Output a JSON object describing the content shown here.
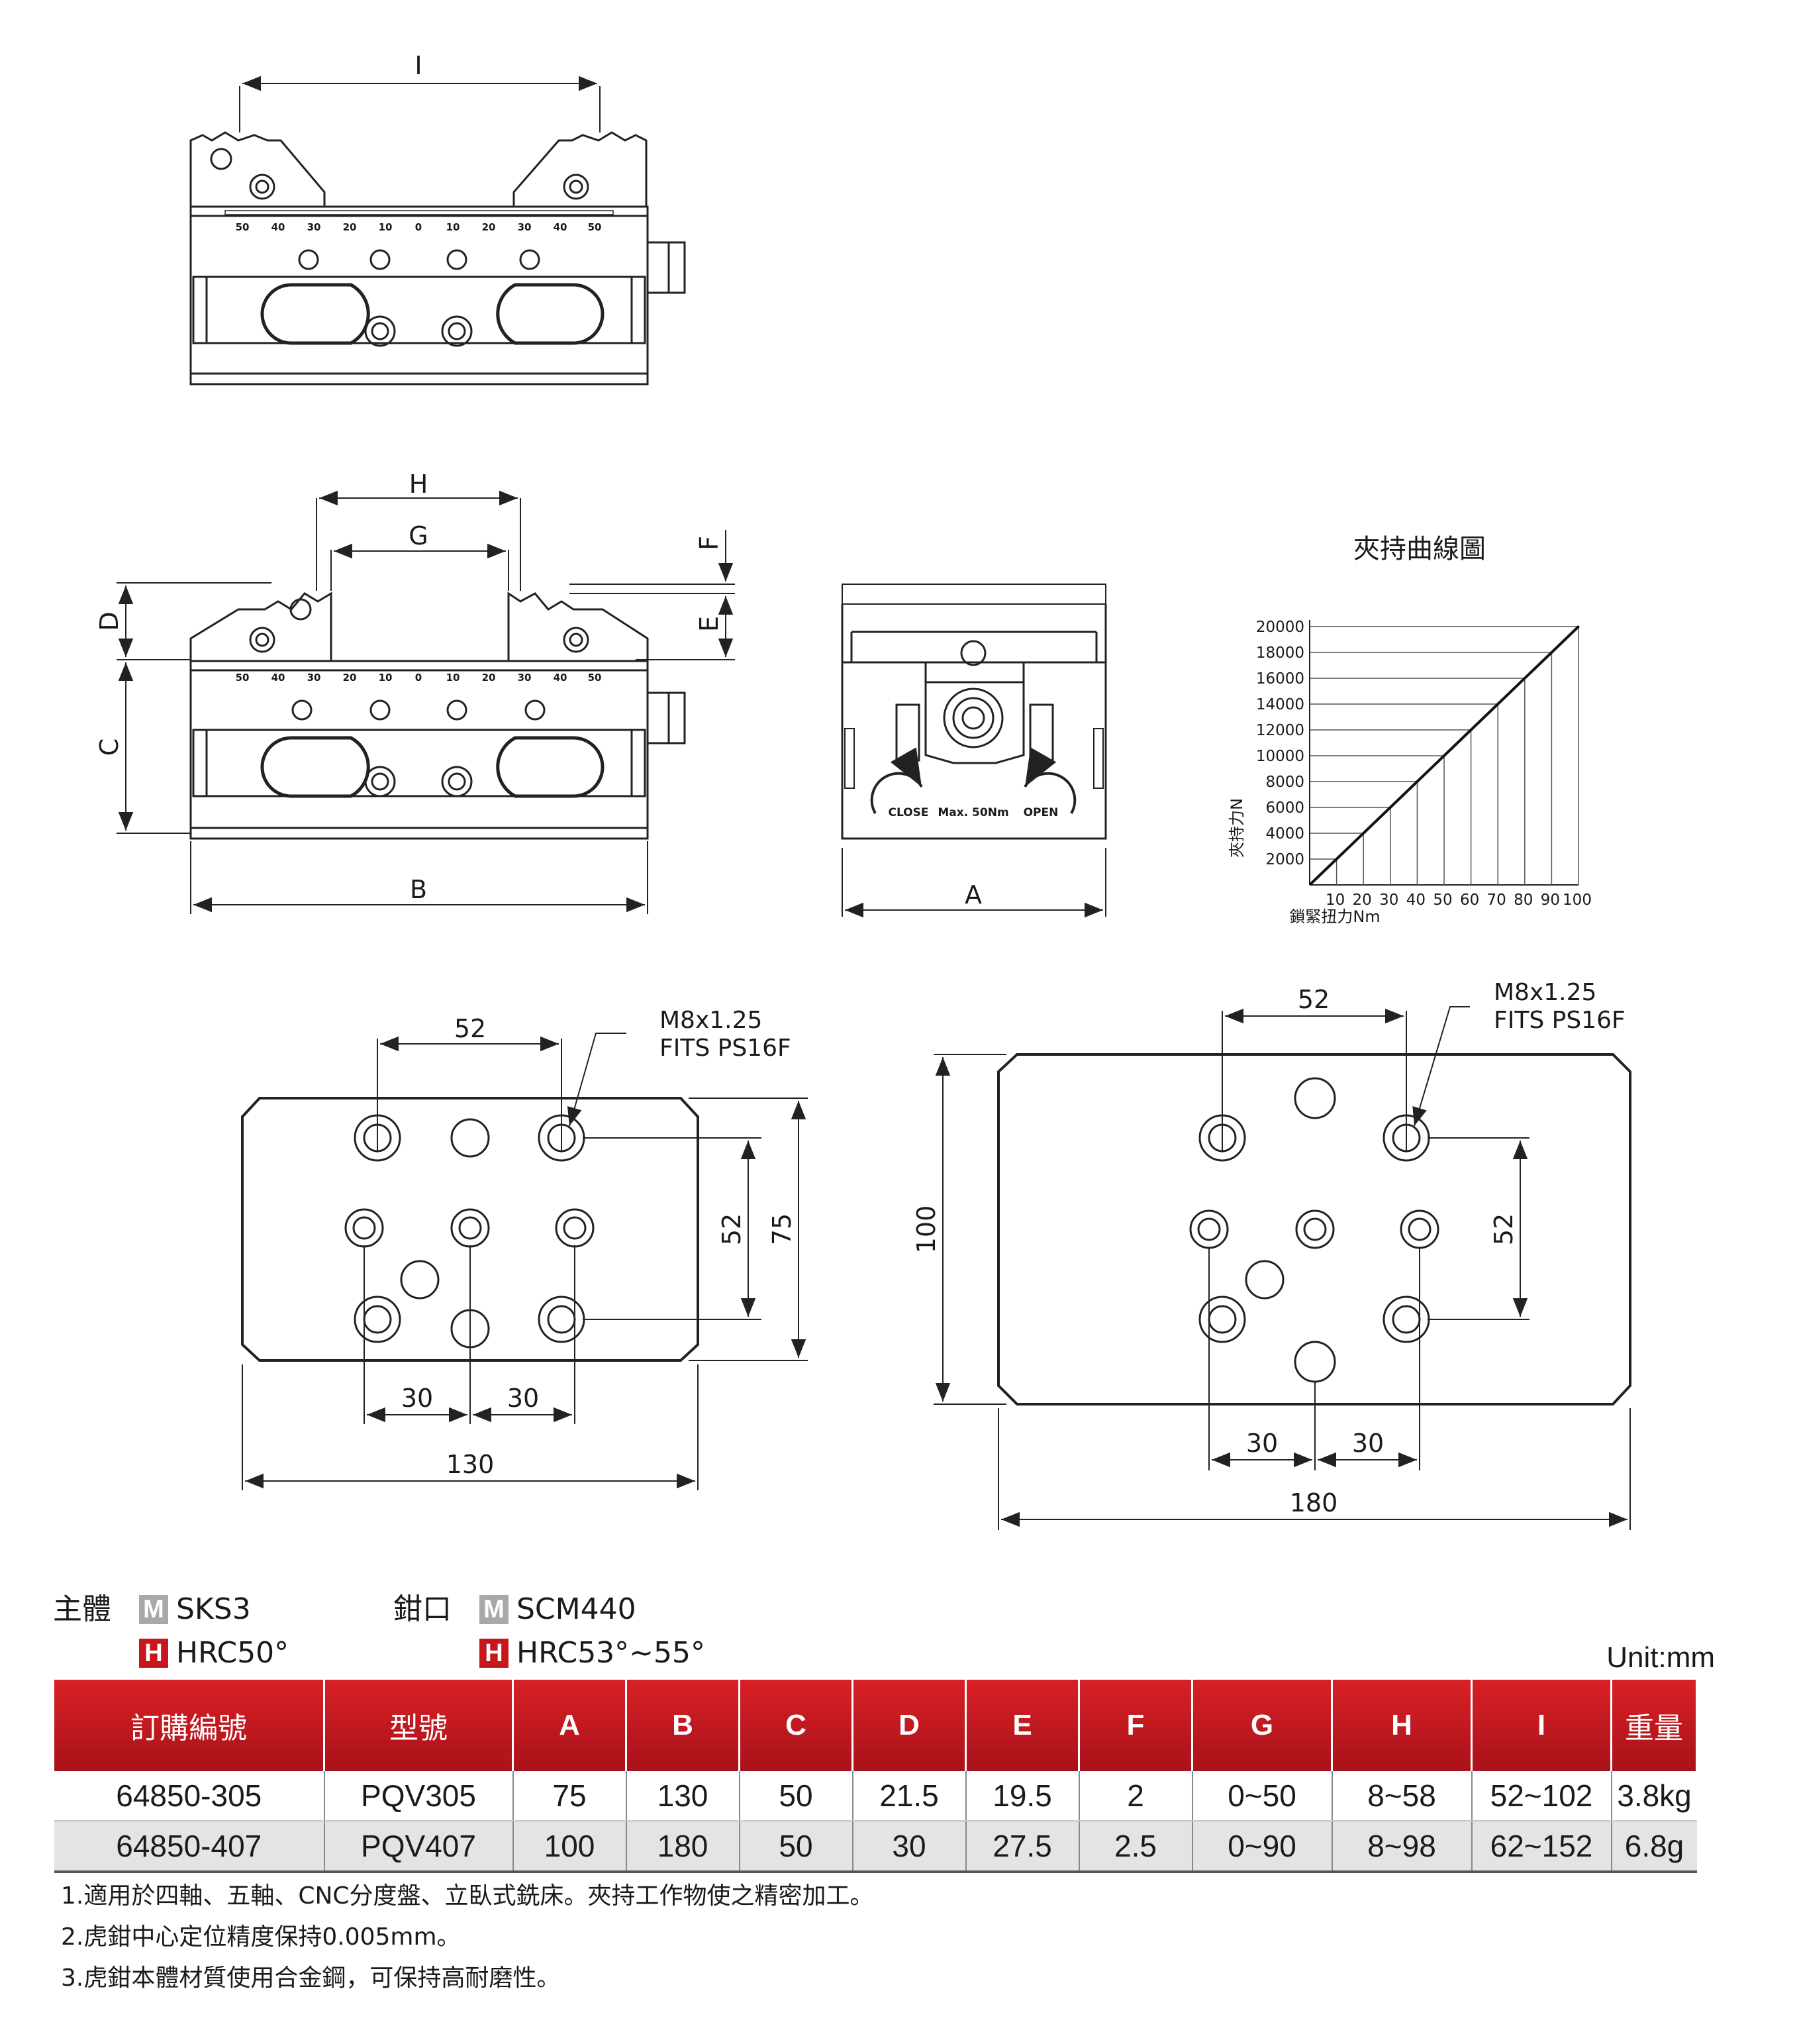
{
  "drawing": {
    "dim_I": "I",
    "dim_H": "H",
    "dim_G": "G",
    "dim_F": "F",
    "dim_E": "E",
    "dim_D": "D",
    "dim_C": "C",
    "dim_B": "B",
    "dim_A": "A",
    "scale_labels": [
      "50",
      "40",
      "30",
      "20",
      "10",
      "0",
      "10",
      "20",
      "30",
      "40",
      "50"
    ],
    "close_label": "CLOSE",
    "max_label": "Max. 50Nm",
    "open_label": "OPEN"
  },
  "chart": {
    "title": "夾持曲線圖",
    "xlabel": "鎖緊扭力Nm",
    "ylabel": "夾持力N"
  },
  "chart_data": {
    "type": "line",
    "title": "夾持曲線圖",
    "xlabel": "鎖緊扭力Nm",
    "ylabel": "夾持力N",
    "x": [
      10,
      20,
      30,
      40,
      50,
      60,
      70,
      80,
      90,
      100
    ],
    "series": [
      {
        "values": [
          2000,
          4000,
          6000,
          8000,
          10000,
          12000,
          14000,
          16000,
          18000,
          20000
        ]
      }
    ],
    "xticks": [
      "10",
      "20",
      "30",
      "40",
      "50",
      "60",
      "70",
      "80",
      "90",
      "100"
    ],
    "yticks": [
      "2000",
      "4000",
      "6000",
      "8000",
      "10000",
      "12000",
      "14000",
      "16000",
      "18000",
      "20000"
    ],
    "xlim": [
      0,
      100
    ],
    "ylim": [
      0,
      20000
    ],
    "grid": true
  },
  "plates": {
    "left": {
      "top_dim": "52",
      "thread_line1": "M8x1.25",
      "thread_line2": "FITS PS16F",
      "side_dim_inner": "52",
      "side_dim_outer": "75",
      "bottom_dim_a": "30",
      "bottom_dim_b": "30",
      "width": "130"
    },
    "right": {
      "top_dim": "52",
      "thread_line1": "M8x1.25",
      "thread_line2": "FITS PS16F",
      "side_dim_left": "100",
      "side_dim_right": "52",
      "bottom_dim_a": "30",
      "bottom_dim_b": "30",
      "width": "180"
    }
  },
  "materials": {
    "body_label": "主體",
    "body_m": "SKS3",
    "body_h": "HRC50°",
    "jaw_label": "鉗口",
    "jaw_m": "SCM440",
    "jaw_h": "HRC53°~55°",
    "m_badge": "M",
    "h_badge": "H"
  },
  "table": {
    "unit": "Unit:mm",
    "headers": [
      "訂購編號",
      "型號",
      "A",
      "B",
      "C",
      "D",
      "E",
      "F",
      "G",
      "H",
      "I",
      "重量"
    ],
    "rows": [
      [
        "64850-305",
        "PQV305",
        "75",
        "130",
        "50",
        "21.5",
        "19.5",
        "2",
        "0~50",
        "8~58",
        "52~102",
        "3.8kg"
      ],
      [
        "64850-407",
        "PQV407",
        "100",
        "180",
        "50",
        "30",
        "27.5",
        "2.5",
        "0~90",
        "8~98",
        "62~152",
        "6.8g"
      ]
    ]
  },
  "notes": [
    "1.適用於四軸、五軸、CNC分度盤、立臥式銑床。夾持工作物使之精密加工。",
    "2.虎鉗中心定位精度保持0.005mm。",
    "3.虎鉗本體材質使用合金鋼，可保持高耐磨性。"
  ],
  "colors": {
    "header_red": "#c8161d",
    "badge_gray": "#a8a8a8",
    "line": "#222222"
  }
}
